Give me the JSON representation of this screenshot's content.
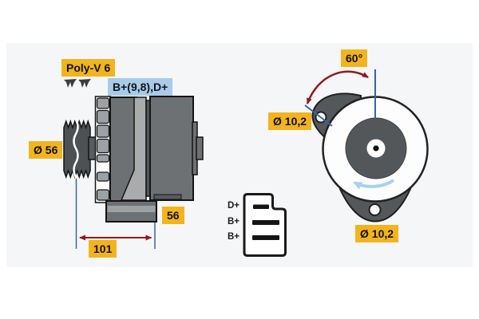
{
  "side_view": {
    "belt_label": "Poly-V 6",
    "terminal_label": "B+(9,8),D+",
    "pulley_diameter_label": "Ø 56",
    "foot_width_label": "56",
    "length_label": "101"
  },
  "connector": {
    "pins": [
      "D+",
      "B+",
      "B+"
    ]
  },
  "rear_view": {
    "angle_label": "60°",
    "hole_top_label": "Ø 10,2",
    "hole_bottom_label": "Ø 10,2"
  },
  "icons": {
    "belt_ribs": "poly-v-belt-profile"
  },
  "colors": {
    "label_yellow": "#F2B41E",
    "label_blue": "#A9CBE8",
    "dimension_blue": "#3465A4",
    "arrow_dark_red": "#8E1B21",
    "rotation_arrow_blue": "#A9D0EC",
    "body_gray": "#6E7173",
    "body_gray_dark": "#55585A",
    "body_gray_light": "#9EA1A3",
    "outline_black": "#1A1A1A",
    "panel_background": "#F5F6F8"
  }
}
